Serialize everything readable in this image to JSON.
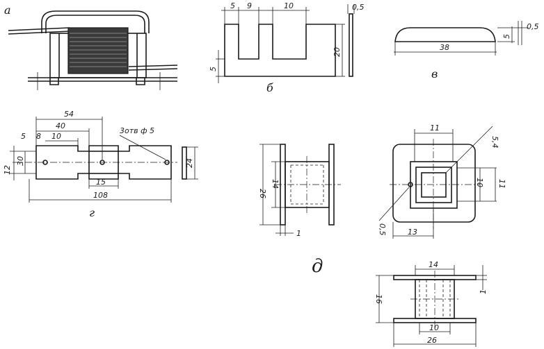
{
  "labels": {
    "a": "а",
    "b": "б",
    "v": "в",
    "g": "г",
    "d": "д"
  },
  "plate_b": {
    "d5": "5",
    "d9": "9",
    "d10": "10",
    "d05": "0,5",
    "d20": "20",
    "d5b": "5"
  },
  "plate_v": {
    "d38": "38",
    "d5": "5",
    "d05": "0,5"
  },
  "plate_g": {
    "d54": "54",
    "d40": "40",
    "d10": "10",
    "d8": "8",
    "d5": "5",
    "holes": "3отв ф 5",
    "d12": "12",
    "d30": "30",
    "d15": "15",
    "d108": "108",
    "d24": "24"
  },
  "bobbin_front": {
    "d26": "26",
    "d14": "14",
    "d1": "1"
  },
  "bobbin_top": {
    "d11": "11",
    "d54": "5,4",
    "d10": "10",
    "d11b": "11",
    "d05": "0,5",
    "d13": "13"
  },
  "bobbin_side": {
    "d14": "14",
    "d16": "16",
    "d1": "1",
    "d10": "10",
    "d26": "26"
  }
}
